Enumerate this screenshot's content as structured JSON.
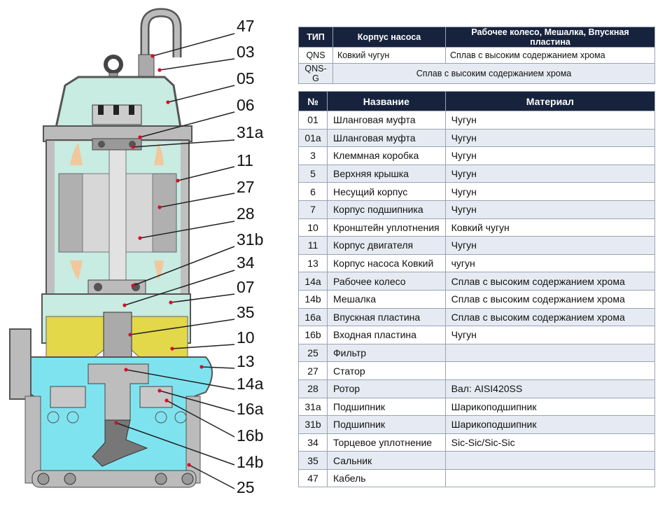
{
  "diagram": {
    "callouts": [
      "47",
      "03",
      "05",
      "06",
      "31a",
      "11",
      "27",
      "28",
      "31b",
      "34",
      "07",
      "35",
      "10",
      "13",
      "14a",
      "16a",
      "16b",
      "14b",
      "25"
    ]
  },
  "type_table": {
    "headers": [
      "ТИП",
      "Корпус насоса",
      "Рабочее колесо, Мешалка, Впускная пластина"
    ],
    "rows": [
      {
        "type": "QNS",
        "body": "Ковкий чугун",
        "impeller": "Сплав с высоким содержанием хрома"
      },
      {
        "type": "QNS-G",
        "merged": "Сплав с высоким содержанием хрома"
      }
    ]
  },
  "parts_table": {
    "headers": [
      "№",
      "Название",
      "Материал"
    ],
    "rows": [
      {
        "no": "01",
        "name": "Шланговая муфта",
        "material": "Чугун"
      },
      {
        "no": "01a",
        "name": "Шланговая муфта",
        "material": "Чугун"
      },
      {
        "no": "3",
        "name": "Клеммная коробка",
        "material": "Чугун"
      },
      {
        "no": "5",
        "name": "Верхняя крышка",
        "material": "Чугун"
      },
      {
        "no": "6",
        "name": "Несущий корпус",
        "material": "Чугун"
      },
      {
        "no": "7",
        "name": "Корпус подшипника",
        "material": "Чугун"
      },
      {
        "no": "10",
        "name": "Кронштейн уплотнения",
        "material": "Ковкий чугун"
      },
      {
        "no": "11",
        "name": "Корпус двигателя",
        "material": "Чугун"
      },
      {
        "no": "13",
        "name": "Корпус насоса Ковкий",
        "material": "чугун"
      },
      {
        "no": "14a",
        "name": "Рабочее колесо",
        "material": "Сплав с высоким содержанием хрома"
      },
      {
        "no": "14b",
        "name": "Мешалка",
        "material": "Сплав с высоким содержанием хрома"
      },
      {
        "no": "16a",
        "name": "Впускная пластина",
        "material": "Сплав с высоким содержанием хрома"
      },
      {
        "no": "16b",
        "name": "Входная пластина",
        "material": "Чугун"
      },
      {
        "no": "25",
        "name": "Фильтр",
        "material": ""
      },
      {
        "no": "27",
        "name": "Статор",
        "material": ""
      },
      {
        "no": "28",
        "name": "Ротор",
        "material": "Вал: AISI420SS"
      },
      {
        "no": "31a",
        "name": "Подшипник",
        "material": "Шарикоподшипник"
      },
      {
        "no": "31b",
        "name": "Подшипник",
        "material": "Шарикоподшипник"
      },
      {
        "no": "34",
        "name": "Торцевое уплотнение",
        "material": "Sic-Sic/Sic-Sic"
      },
      {
        "no": "35",
        "name": "Сальник",
        "material": ""
      },
      {
        "no": "47",
        "name": "Кабель",
        "material": ""
      }
    ]
  },
  "colors": {
    "header_bg": "#17233c",
    "row_alt": "#e6ebf3",
    "motor_fill": "#c8ebe2",
    "water_fill": "#7fe3ef",
    "oil_fill": "#e2d84a",
    "metal": "#b9b9b9",
    "rotor": "#d7d7d7",
    "marker": "#d0102a"
  }
}
